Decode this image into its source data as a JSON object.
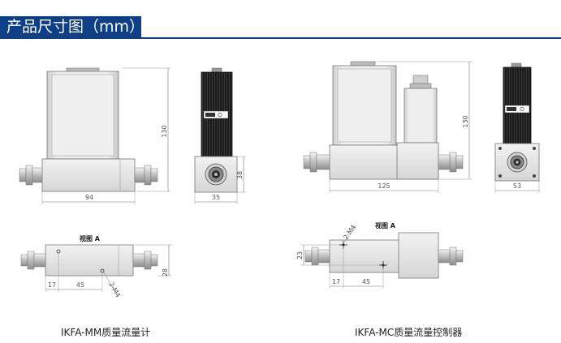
{
  "header": {
    "title": "产品尺寸图（mm）"
  },
  "mm": {
    "dims": {
      "height": "130",
      "width": "94",
      "depth": "35",
      "side_height": "38"
    },
    "bottom": {
      "view_label": "视图 A",
      "d1": "17",
      "d2": "45",
      "thread": "2-M4",
      "height": "28"
    },
    "caption": "IKFA-MM质量流量计"
  },
  "mc": {
    "dims": {
      "height": "130",
      "width": "125",
      "depth": "53"
    },
    "bottom": {
      "view_label": "视图 A",
      "d1": "17",
      "d2": "45",
      "thread": "2-M4",
      "height": "23"
    },
    "caption": "IKFA-MC质量流量控制器"
  },
  "colors": {
    "banner": "#0f3f86",
    "body_gray": "#e4e4e4",
    "sensor_black": "#1a1a1a"
  }
}
